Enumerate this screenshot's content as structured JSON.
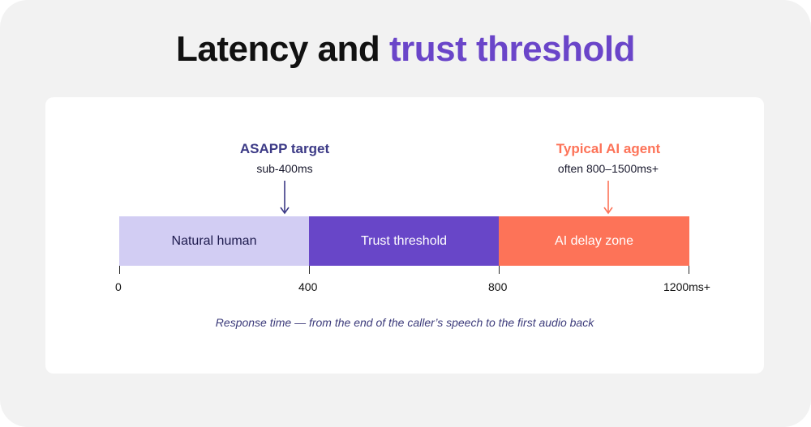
{
  "title": {
    "lead": "Latency and",
    "accent": "trust threshold"
  },
  "markers": {
    "asapp": {
      "title": "ASAPP target",
      "subtitle": "sub-400ms",
      "color": "#3c3a86"
    },
    "typical": {
      "title": "Typical AI agent",
      "subtitle": "often 800–1500ms+",
      "color": "#fd7358"
    }
  },
  "segments": [
    {
      "label": "Natural human",
      "from": 0,
      "to": 400
    },
    {
      "label": "Trust threshold",
      "from": 400,
      "to": 800
    },
    {
      "label": "AI delay zone",
      "from": 800,
      "to": 1200
    }
  ],
  "axis": {
    "ticks": [
      "0",
      "400",
      "800",
      "1200ms+"
    ]
  },
  "caption": "Response time — from the end of the caller’s speech to the first audio back",
  "colors": {
    "accent": "#6a45c9",
    "human": "#d2cdf3",
    "trust": "#6846c8",
    "delay": "#fd7358",
    "background": "#f2f2f2"
  }
}
